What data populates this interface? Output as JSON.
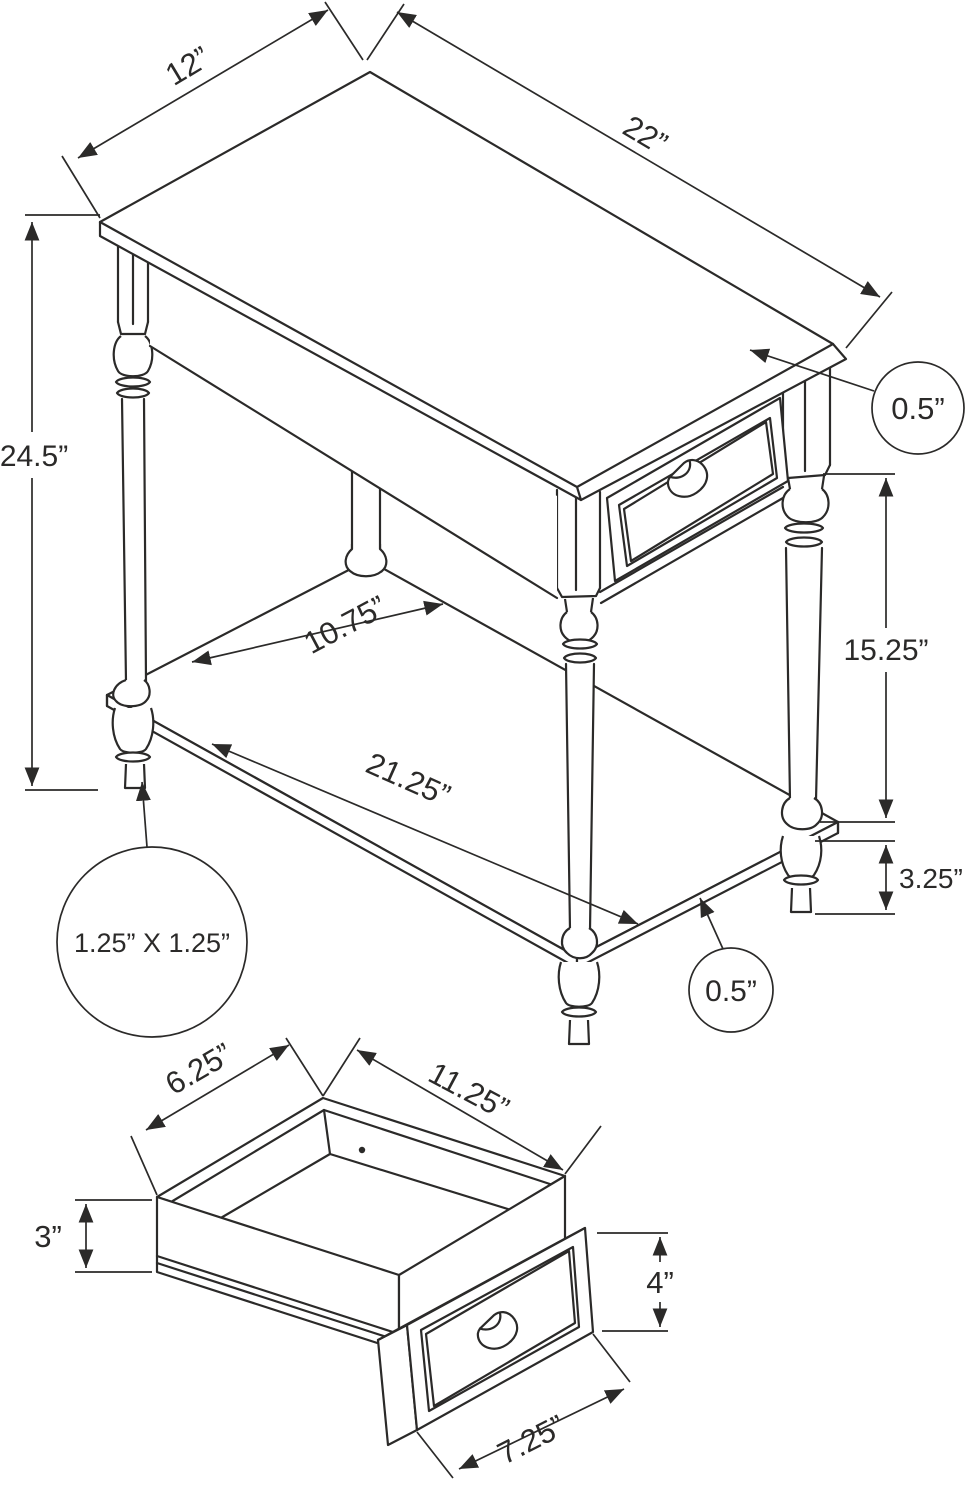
{
  "colors": {
    "line": "#2b2a29",
    "background": "#ffffff"
  },
  "diagram": {
    "type": "furniture-dimension-drawing",
    "views": {
      "table": "isometric side table with drawer and lower shelf",
      "drawer": "isometric open drawer box with front panel"
    },
    "dimensions": {
      "top_depth": "12”",
      "top_width": "22”",
      "overall_height": "24.5”",
      "top_thickness": "0.5”",
      "shelf_to_top_clearance": "15.25”",
      "shelf_depth": "10.75”",
      "shelf_width": "21.25”",
      "leg_below_shelf": "3.25”",
      "shelf_thickness": "0.5”",
      "leg_cross_section": "1.25” X 1.25”",
      "drawer_inner_depth": "6.25”",
      "drawer_inner_width": "11.25”",
      "drawer_box_height": "3”",
      "drawer_front_height": "4”",
      "drawer_front_width": "7.25”"
    }
  }
}
